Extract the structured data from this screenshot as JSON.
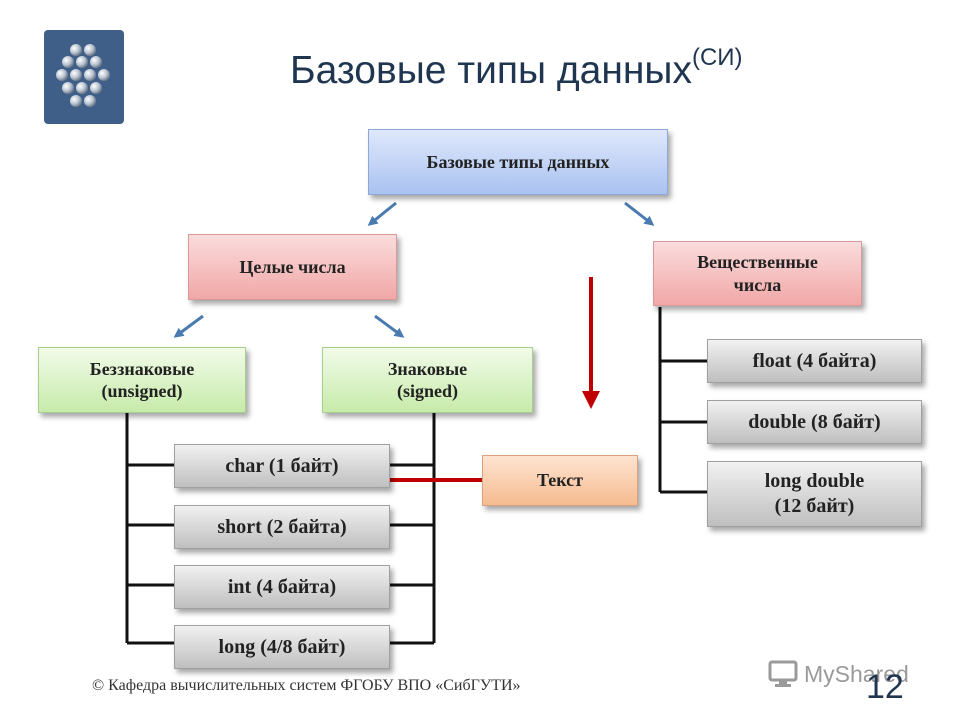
{
  "slide": {
    "title": "Базовые типы данных",
    "title_sup": "(СИ)",
    "footer": "© Кафедра вычислительных систем ФГОБУ ВПО «СибГУТИ»",
    "page_number": "12",
    "watermark": "MyShared"
  },
  "diagram": {
    "root": "Базовые типы данных",
    "integers": "Целые числа",
    "reals": "Вещественные\nчисла",
    "unsigned": "Беззнаковые\n(unsigned)",
    "signed": "Знаковые\n(signed)",
    "int_types": [
      "char (1 байт)",
      "short (2 байта)",
      "int (4 байта)",
      "long (4/8 байт)"
    ],
    "text": "Текст",
    "real_types": [
      "float (4 байта)",
      "double (8 байт)",
      "long double\n(12 байт)"
    ]
  },
  "colors": {
    "title": "#1f3550",
    "arrow_blue": "#4a7bb0",
    "arrow_red": "#c00000",
    "bracket": "#111111"
  }
}
